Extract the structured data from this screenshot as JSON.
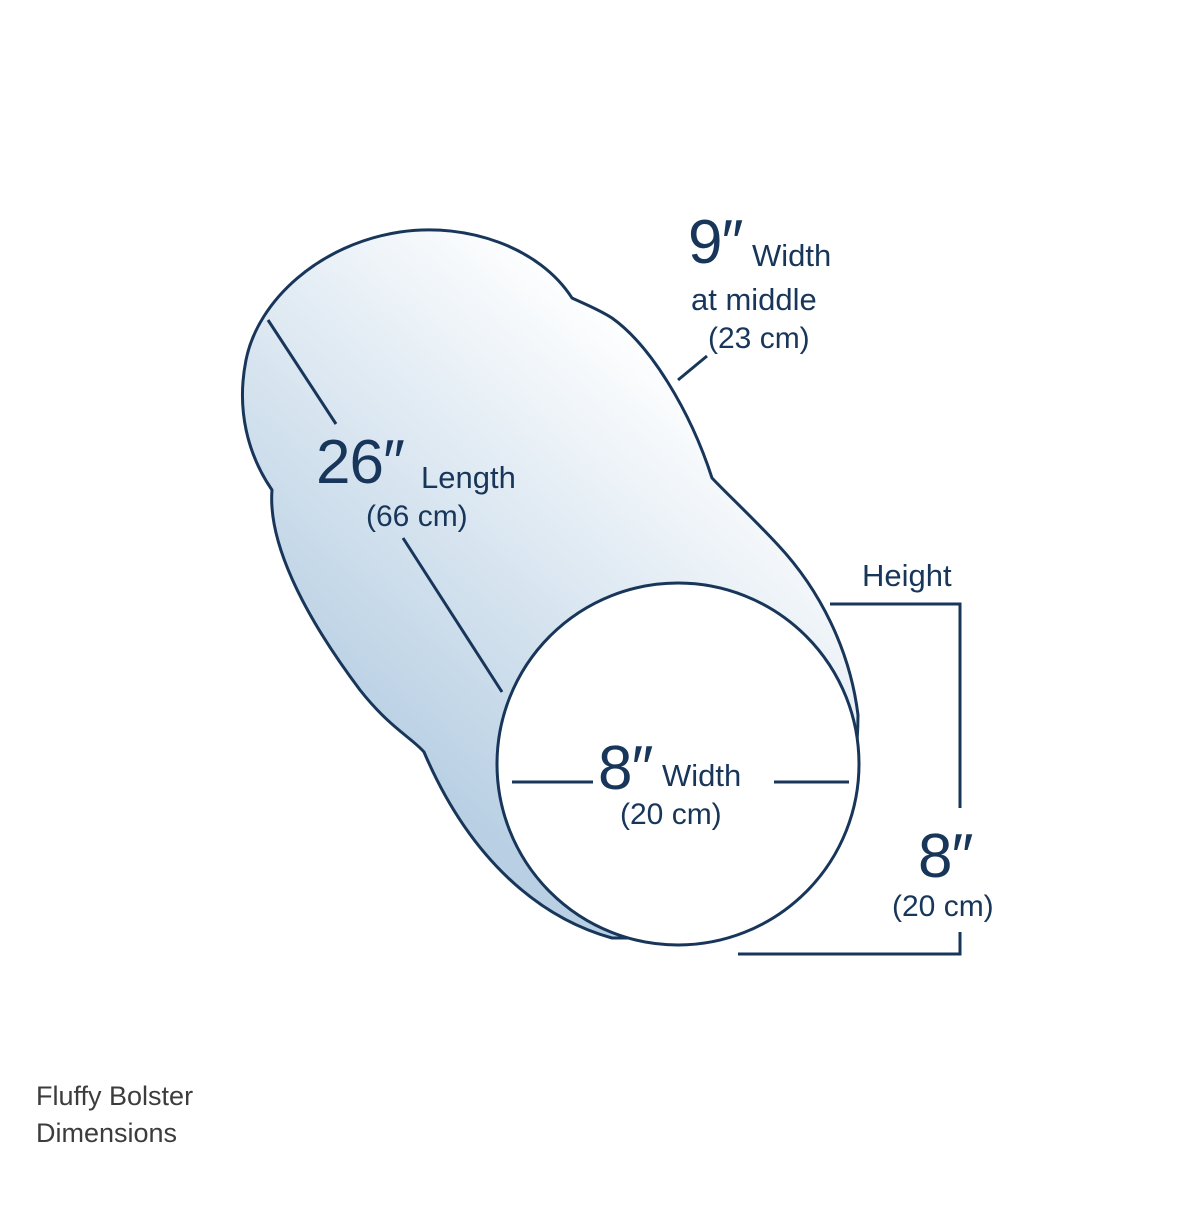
{
  "colors": {
    "outline": "#17365a",
    "fill_shade": "#b9d0e4",
    "fill_light": "#ffffff",
    "text": "#17365a",
    "caption": "#3c3c3c"
  },
  "labels": {
    "length": {
      "value": "26″",
      "name": "Length",
      "metric": "(66 cm)"
    },
    "middle_width": {
      "value": "9″",
      "name": "Width",
      "line2": "at middle",
      "metric": "(23 cm)"
    },
    "end_width": {
      "value": "8″",
      "name": "Width",
      "metric": "(20 cm)"
    },
    "height": {
      "name": "Height",
      "value": "8″",
      "metric": "(20 cm)"
    }
  },
  "caption": {
    "line1": "Fluffy Bolster",
    "line2": "Dimensions"
  }
}
